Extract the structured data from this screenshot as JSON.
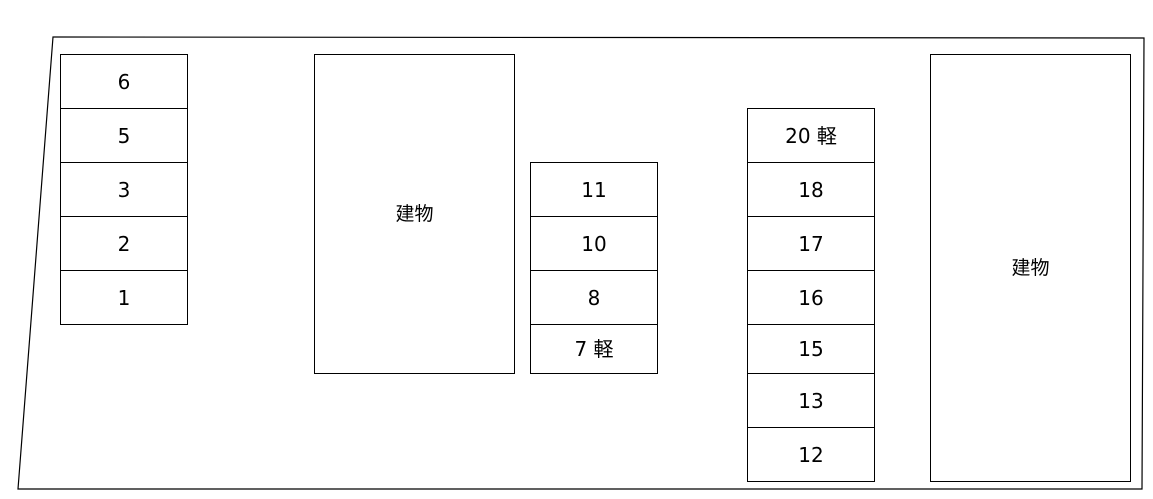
{
  "diagram": {
    "type": "parking-lot-layout",
    "outline_color": "#000000",
    "background": "#ffffff",
    "buildings": [
      {
        "label": "建物"
      },
      {
        "label": "建物"
      }
    ],
    "stall_columns": [
      {
        "stalls": [
          {
            "number": "6"
          },
          {
            "number": "5"
          },
          {
            "number": "3"
          },
          {
            "number": "2"
          },
          {
            "number": "1"
          }
        ]
      },
      {
        "stalls": [
          {
            "number": "11"
          },
          {
            "number": "10"
          },
          {
            "number": "8"
          },
          {
            "number": "7 軽"
          }
        ]
      },
      {
        "stalls": [
          {
            "number": "20 軽"
          },
          {
            "number": "18"
          },
          {
            "number": "17"
          },
          {
            "number": "16"
          },
          {
            "number": "15"
          },
          {
            "number": "13"
          },
          {
            "number": "12"
          }
        ]
      }
    ]
  }
}
